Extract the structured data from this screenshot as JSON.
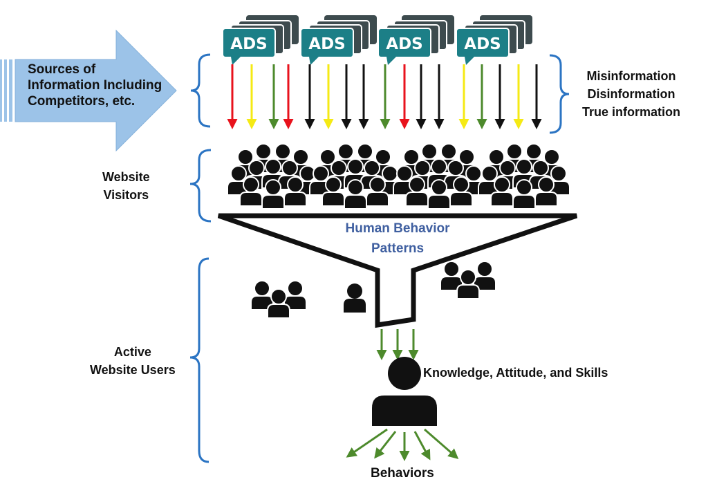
{
  "source_label": [
    "Sources of",
    "Information Including",
    "Competitors, etc."
  ],
  "ad_text": "ADS",
  "info_types": [
    "Misinformation",
    "Disinformation",
    "True information"
  ],
  "info_arrow_colors": [
    "red",
    "yellow",
    "green",
    "red",
    "black",
    "yellow",
    "black",
    "black",
    "green",
    "red",
    "black",
    "black",
    "yellow",
    "green",
    "black",
    "yellow",
    "black"
  ],
  "colors": {
    "red": "#e8121c",
    "yellow": "#f5ea14",
    "green": "#4d8a2c",
    "black": "#111111",
    "ad_teal": "#1c7f87",
    "ad_dark": "#3d4b4e",
    "brace_blue": "#2b74c3",
    "big_arrow": "#9cc3e8",
    "funnel_text": "#3f5fa0"
  },
  "visitors_label": [
    "Website",
    "Visitors"
  ],
  "funnel_label": [
    "Human Behavior",
    "Patterns"
  ],
  "active_users_label": [
    "Active",
    "Website Users"
  ],
  "kas_label": "Knowledge, Attitude, and Skills",
  "behaviors_label": "Behaviors"
}
